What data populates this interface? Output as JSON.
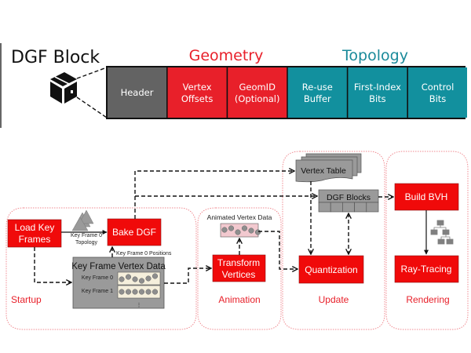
{
  "diagram": {
    "title": "DGF Block",
    "top": {
      "groups": {
        "geometry": "Geometry",
        "topology": "Topology"
      },
      "fields": [
        {
          "line1": "Header",
          "line2": "",
          "group": "header"
        },
        {
          "line1": "Vertex",
          "line2": "Offsets",
          "group": "geometry"
        },
        {
          "line1": "GeomID",
          "line2": "(Optional)",
          "group": "geometry"
        },
        {
          "line1": "Re-use",
          "line2": "Buffer",
          "group": "topology"
        },
        {
          "line1": "First-Index",
          "line2": "Bits",
          "group": "topology"
        },
        {
          "line1": "Control",
          "line2": "Bits",
          "group": "topology"
        }
      ]
    },
    "colors": {
      "header": "#636363",
      "geometry": "#e8202a",
      "topology": "#12909e",
      "process": "#f00a0a",
      "region_border": "#f08a90",
      "data_block": "#9a9a9a",
      "vertex_strip": "#f5efdc"
    },
    "sections": {
      "startup": "Startup",
      "animation": "Animation",
      "update": "Update",
      "rendering": "Rendering"
    },
    "nodes": {
      "load_key_frames": {
        "line1": "Load Key",
        "line2": "Frames"
      },
      "bake_dgf": "Bake DGF",
      "key_frame_vertex_data": "Key Frame Vertex Data",
      "key_frame_0": "Key Frame 0",
      "key_frame_1": "Key Frame 1",
      "ellipsis": "⋮",
      "topology_label": {
        "line1": "Key Frame 0",
        "line2": "Topology"
      },
      "positions_label": "Key Frame 0 Positions",
      "animated_vertex_data": "Animated Vertex Data",
      "transform_vertices": {
        "line1": "Transform",
        "line2": "Vertices"
      },
      "vertex_table": "Vertex Table",
      "dgf_blocks": "DGF Blocks",
      "quantization": "Quantization",
      "build_bvh": "Build BVH",
      "ray_tracing": "Ray-Tracing"
    }
  }
}
